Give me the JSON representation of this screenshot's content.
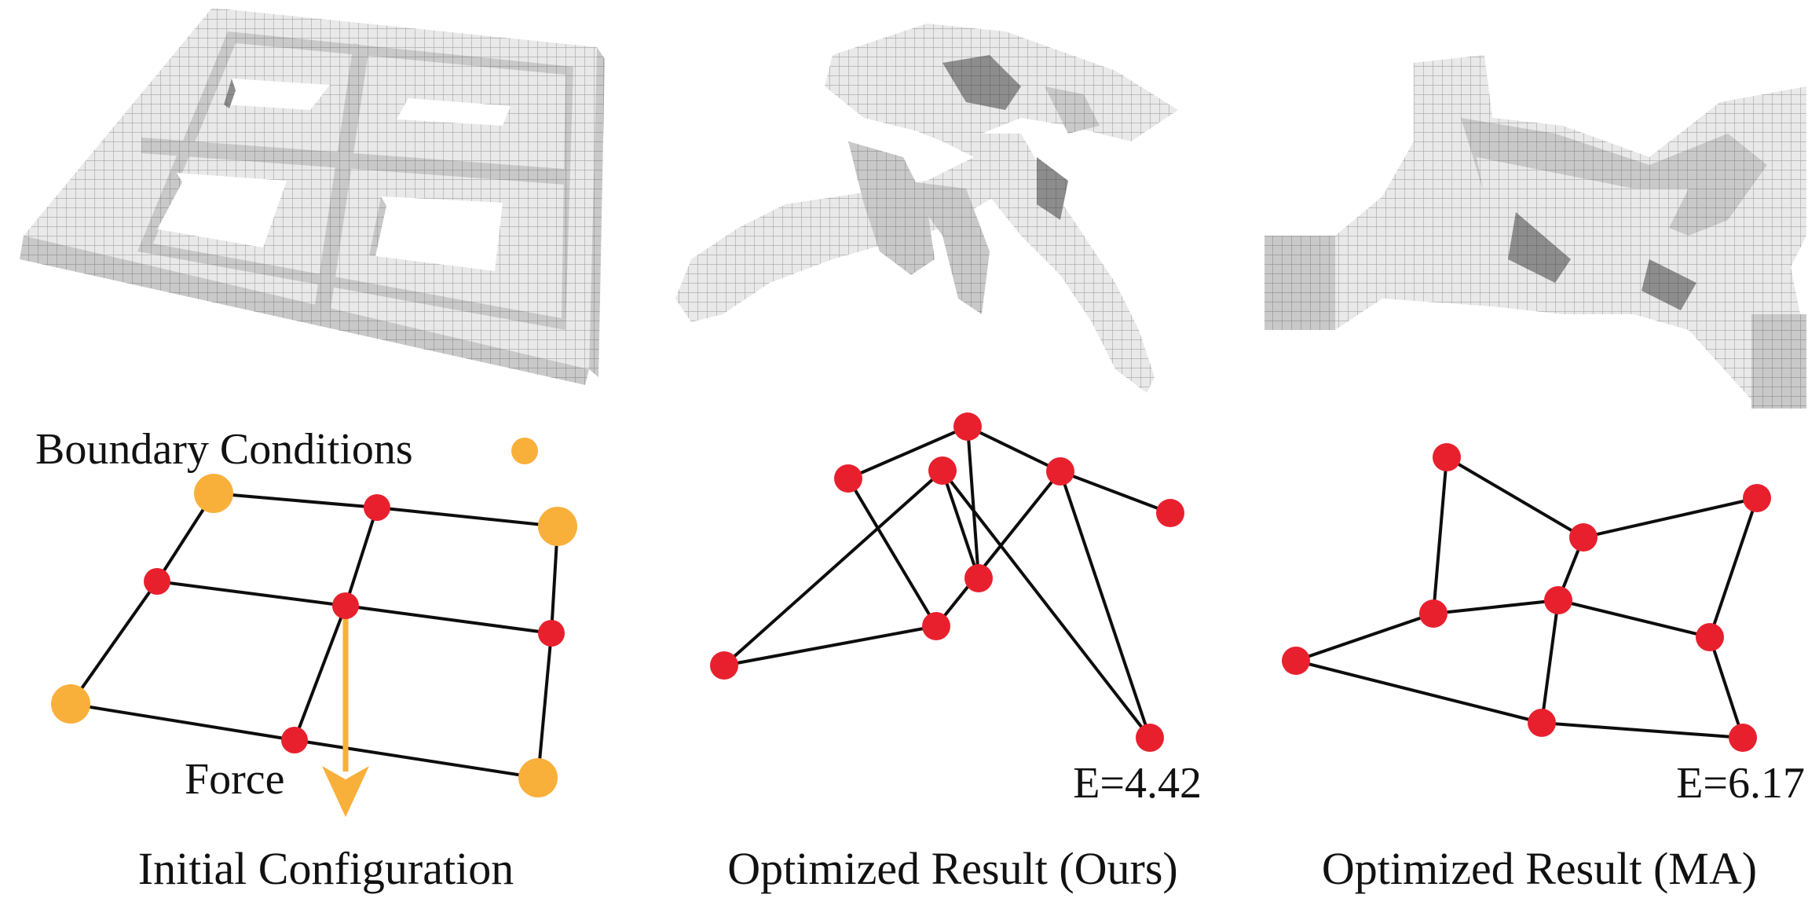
{
  "panels": [
    {
      "caption": "Initial Configuration",
      "legend_label": "Boundary Conditions",
      "force_label": "Force"
    },
    {
      "caption": "Optimized Result (Ours)",
      "energy": "E=4.42"
    },
    {
      "caption": "Optimized Result (MA)",
      "energy": "E=6.17"
    }
  ],
  "colors": {
    "node": "#e8202e",
    "boundary": "#f9b03b",
    "force": "#f9b03b",
    "edge": "#0d0d0d",
    "voxel_light": "#ececec",
    "voxel_mid": "#c7c7c7",
    "voxel_dark": "#8a8a8a",
    "voxel_grid": "#9c9c9c"
  }
}
